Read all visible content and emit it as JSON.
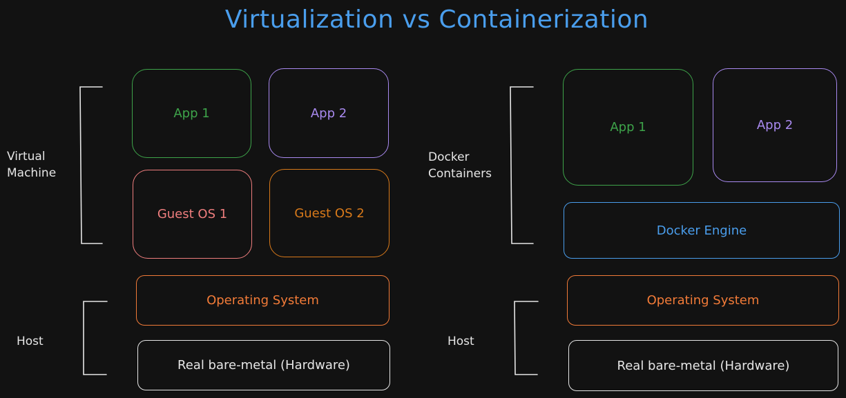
{
  "title": "Virtualization vs Containerization",
  "colors": {
    "background": "#121212",
    "title": "#4a9eed",
    "green": "#3ea44a",
    "purple": "#a98af0",
    "red": "#ef7e7e",
    "orange": "#d97a1a",
    "blue": "#4a9eed",
    "orange_os": "#f27b38",
    "white": "#e6e6e6"
  },
  "left": {
    "vm_label": [
      "Virtual",
      "Machine"
    ],
    "host_label": "Host",
    "app1": "App 1",
    "app2": "App 2",
    "guest_os1": "Guest OS 1",
    "guest_os2": "Guest OS 2",
    "operating_system": "Operating System",
    "hardware": "Real bare-metal (Hardware)"
  },
  "right": {
    "containers_label": [
      "Docker",
      "Containers"
    ],
    "host_label": "Host",
    "app1": "App 1",
    "app2": "App 2",
    "docker_engine": "Docker Engine",
    "operating_system": "Operating System",
    "hardware": "Real bare-metal (Hardware)"
  }
}
